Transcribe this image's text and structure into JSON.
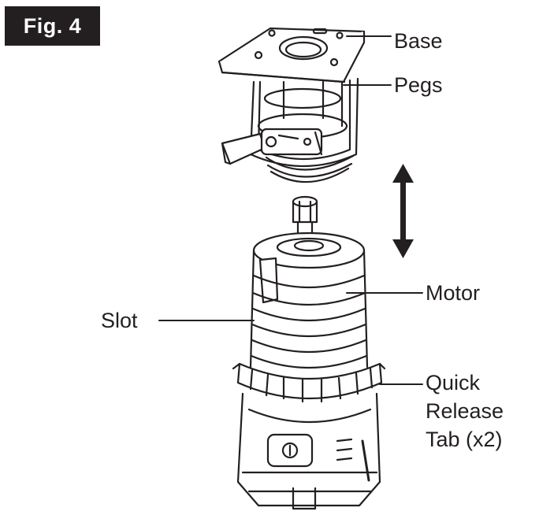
{
  "figure": {
    "label": "Fig. 4"
  },
  "callouts": {
    "base": "Base",
    "pegs": "Pegs",
    "motor": "Motor",
    "slot": "Slot",
    "quick_release_line1": "Quick",
    "quick_release_line2": "Release",
    "quick_release_line3": "Tab (x2)"
  },
  "colors": {
    "ink": "#231f20",
    "background": "#ffffff"
  },
  "icons": [
    "double-arrow-icon"
  ]
}
